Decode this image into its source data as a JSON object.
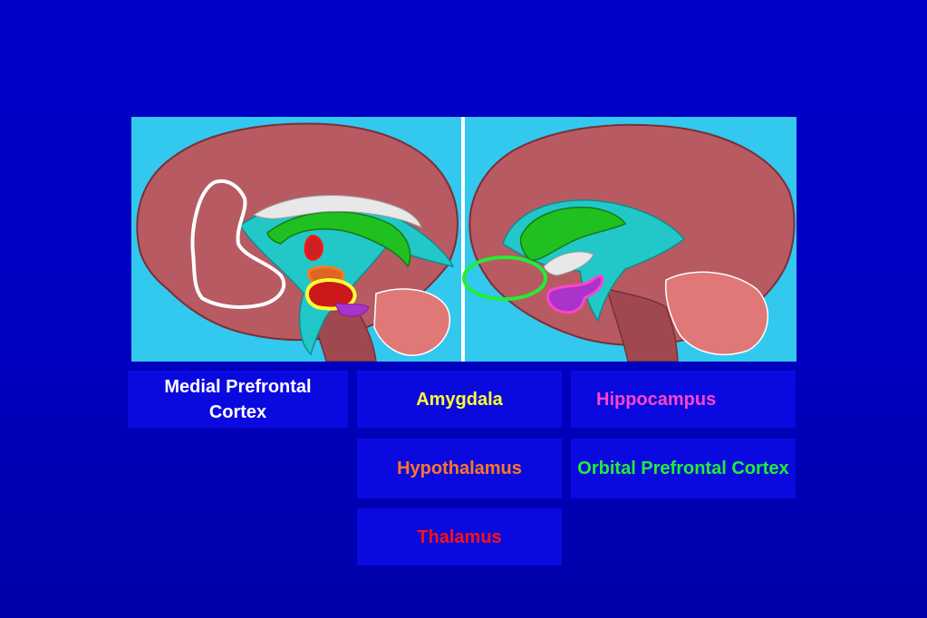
{
  "labels": {
    "medial_prefrontal_cortex": "Medial Prefrontal Cortex",
    "amygdala": "Amygdala",
    "hippocampus": "Hippocampus",
    "hypothalamus": "Hypothalamus",
    "orbital_prefrontal_cortex": "Orbital Prefrontal Cortex",
    "thalamus": "Thalamus"
  },
  "colors": {
    "background": "#0000c0",
    "label_box": "#0a0ae0",
    "figure_background": "#33c8ee",
    "brain_tissue": "#b85a62",
    "corpus_callosum": "#20c020",
    "ventricle": "#22c8c8",
    "cerebellum": "#e07878",
    "medial_prefrontal_cortex": "#ffffff",
    "amygdala": "#ffff33",
    "hippocampus": "#ff44cc",
    "hypothalamus": "#ff7722",
    "orbital_prefrontal_cortex": "#22ee33",
    "thalamus": "#ff1111"
  },
  "figure": {
    "panels": [
      "left-hemisphere-medial-view",
      "right-hemisphere-medial-view"
    ]
  }
}
